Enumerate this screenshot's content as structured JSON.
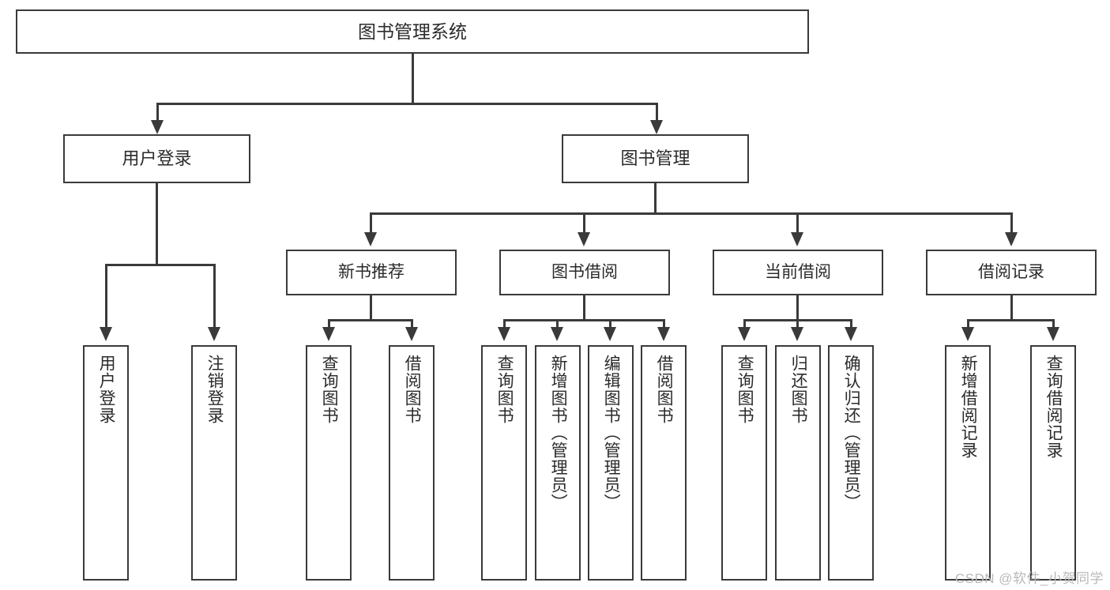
{
  "diagram": {
    "title": "图书管理系统",
    "watermark": "CSDN @软件_小贺同学",
    "line_color": "#3a3a3a",
    "text_color": "#2b2b2b",
    "background": "#ffffff"
  },
  "nodes": {
    "root": {
      "label": "图书管理系统"
    },
    "level2": [
      {
        "label": "用户登录"
      },
      {
        "label": "图书管理"
      }
    ],
    "level3": [
      {
        "label": "新书推荐"
      },
      {
        "label": "图书借阅"
      },
      {
        "label": "当前借阅"
      },
      {
        "label": "借阅记录"
      }
    ],
    "leaves": {
      "user_login": [
        {
          "label": "用户登录"
        },
        {
          "label": "注销登录"
        }
      ],
      "new_book_recommend": [
        {
          "label": "查询图书"
        },
        {
          "label": "借阅图书"
        }
      ],
      "book_borrow": [
        {
          "label": "查询图书"
        },
        {
          "label": "新增图书（管理员）"
        },
        {
          "label": "编辑图书（管理员）"
        },
        {
          "label": "借阅图书"
        }
      ],
      "current_borrow": [
        {
          "label": "查询图书"
        },
        {
          "label": "归还图书"
        },
        {
          "label": "确认归还（管理员）"
        }
      ],
      "borrow_record": [
        {
          "label": "新增借阅记录"
        },
        {
          "label": "查询借阅记录"
        }
      ]
    }
  }
}
